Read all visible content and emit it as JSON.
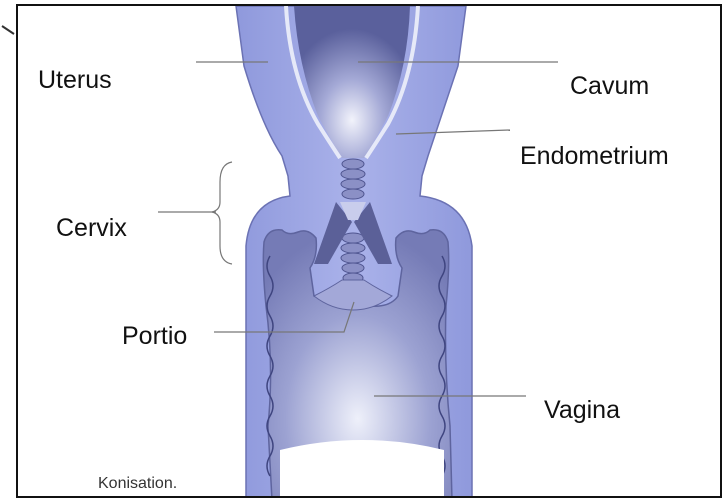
{
  "labels": {
    "uterus": "Uterus",
    "cavum": "Cavum",
    "endometrium": "Endometrium",
    "cervix": "Cervix",
    "portio": "Portio",
    "vagina": "Vagina"
  },
  "caption": "Konisation.",
  "colors": {
    "tissue": "#9aa4e0",
    "tissue_dark": "#6d74b8",
    "cavity": "#7a80b8",
    "vagina_inner": "#8a90c4",
    "endometrium_line": "#e6e9f8",
    "leader_line": "#777777"
  }
}
